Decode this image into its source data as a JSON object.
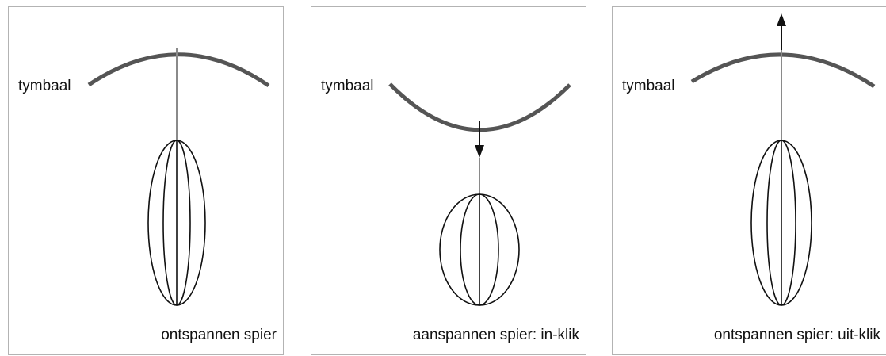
{
  "panels": [
    {
      "label": "tymbaal",
      "caption": "ontspannen spier"
    },
    {
      "label": "tymbaal",
      "caption": "aanspannen spier: in-klik"
    },
    {
      "label": "tymbaal",
      "caption": "ontspannen spier: uit-klik"
    }
  ],
  "colors": {
    "tymbal": "#555555",
    "rod": "#8a8a8a",
    "muscle": "#111111",
    "arrow": "#111111",
    "border": "#b3b3b3"
  }
}
